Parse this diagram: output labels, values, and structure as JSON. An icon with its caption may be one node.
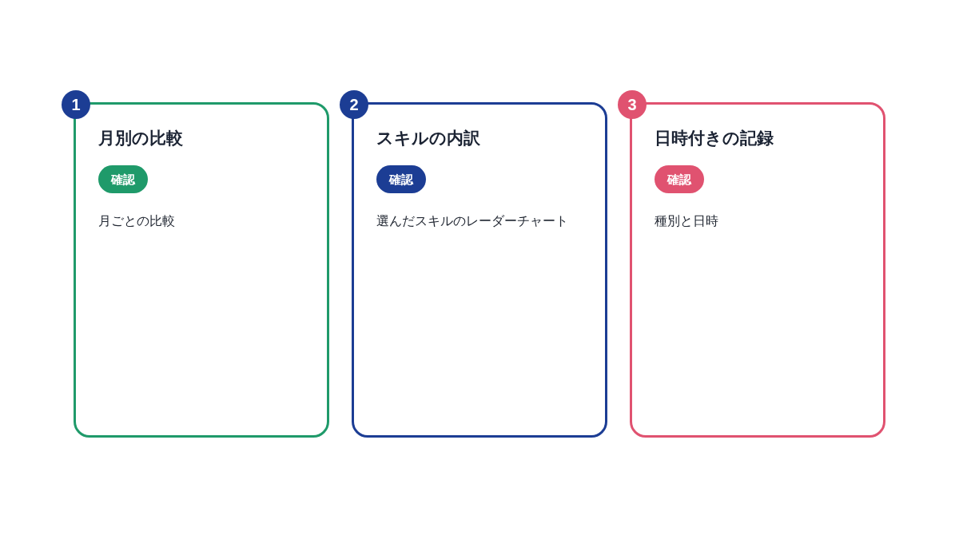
{
  "diagram": {
    "nodes": [
      {
        "text": [
          "1"
        ]
      },
      {
        "text": [
          "月別の比較",
          "月ごとの比較"
        ]
      },
      {
        "text": [
          "確認"
        ],
        "in": 1
      },
      {
        "text": [
          "2"
        ]
      },
      {
        "text": [
          "スキルの内訳",
          "選んだスキルのレーダーチャート"
        ]
      },
      {
        "text": [
          "確認"
        ],
        "in": 4
      },
      {
        "text": [
          "3"
        ]
      },
      {
        "text": [
          "日時付きの記録",
          "種別と日時"
        ]
      },
      {
        "text": [
          "確認"
        ],
        "in": 7
      }
    ]
  }
}
